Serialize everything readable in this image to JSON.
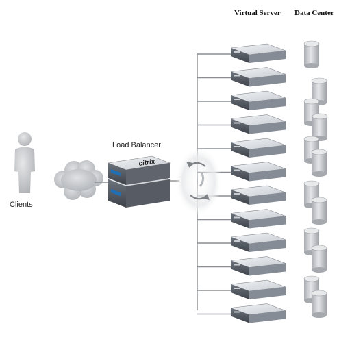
{
  "labels": {
    "virtual_server": "Virtual Server",
    "data_center": "Data Center",
    "load_balancer": "Load Balancer",
    "clients": "Clients",
    "brand": "citrix"
  },
  "colors": {
    "server_top": "#dcdfe4",
    "server_front": "#5b616b",
    "server_side": "#868c95",
    "db_body": "#c9cbcf",
    "cloud": "#c5c7cb",
    "person": "#c9cacd",
    "lines": "#8a8d92",
    "accent_blue": "#1f6fb5"
  },
  "counts": {
    "servers": 12,
    "db_pairs": 6
  },
  "icons": [
    "person-icon",
    "cloud-icon",
    "load-balancer-icon",
    "redirect-arrows-icon",
    "server-icon",
    "database-icon"
  ]
}
